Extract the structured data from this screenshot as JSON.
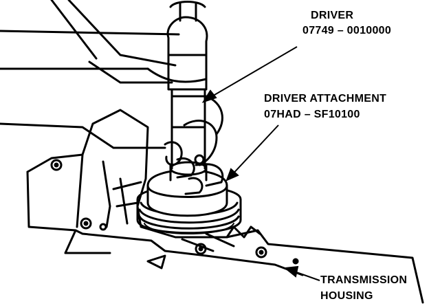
{
  "labels": {
    "driver": {
      "name": "DRIVER",
      "part": "07749 – 0010000"
    },
    "attachment": {
      "name": "DRIVER ATTACHMENT",
      "part": "07HAD – SF10100"
    },
    "housing": {
      "line1": "TRANSMISSION",
      "line2": "HOUSING"
    }
  },
  "colors": {
    "ink": "#000000",
    "paper": "#ffffff"
  }
}
